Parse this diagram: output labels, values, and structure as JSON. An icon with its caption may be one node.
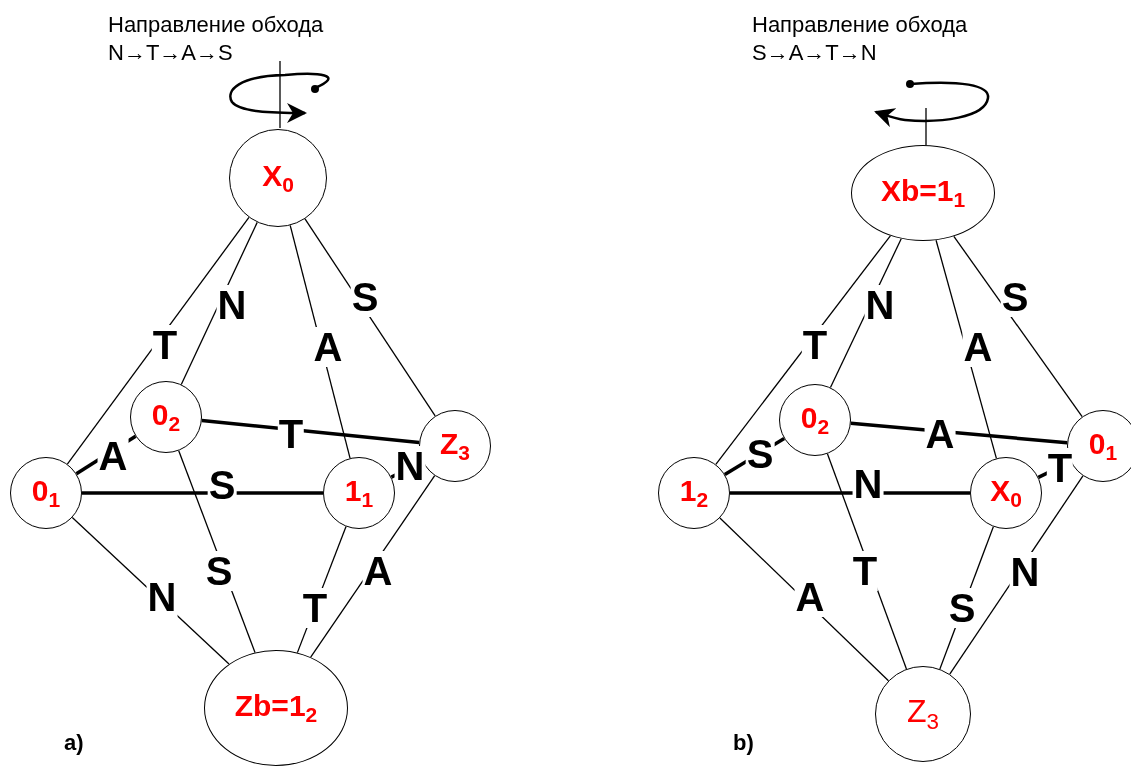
{
  "diagram": {
    "nodes": [
      {
        "text": [
          "X$_{0}$"
        ]
      },
      {
        "text": [
          "0$_{2}$"
        ]
      },
      {
        "text": [
          "Z$_{3}$"
        ]
      },
      {
        "text": [
          "0$_{1}$"
        ]
      },
      {
        "text": [
          "1$_{1}$"
        ]
      },
      {
        "text": [
          "Zb=1$_{2}$"
        ]
      },
      {
        "text": [
          "Xb=1$_{1}$"
        ]
      },
      {
        "text": [
          "0$_{2}$"
        ]
      },
      {
        "text": [
          "0$_{1}$"
        ]
      },
      {
        "text": [
          "1$_{2}$"
        ]
      },
      {
        "text": [
          "X$_{0}$"
        ]
      },
      {
        "text": [
          "Z$_{3}$"
        ]
      }
    ],
    "edges": [
      {
        "from": 0,
        "to": 3,
        "arrow": "none",
        "label": "T"
      },
      {
        "from": 0,
        "to": 1,
        "arrow": "none",
        "label": "N"
      },
      {
        "from": 0,
        "to": 4,
        "arrow": "none",
        "label": "A"
      },
      {
        "from": 0,
        "to": 2,
        "arrow": "none",
        "label": "S"
      },
      {
        "from": 3,
        "to": 1,
        "arrow": "none",
        "label": "A",
        "style": "thick"
      },
      {
        "from": 1,
        "to": 2,
        "arrow": "none",
        "label": "T",
        "style": "thick"
      },
      {
        "from": 4,
        "to": 2,
        "arrow": "none",
        "label": "N",
        "style": "thick"
      },
      {
        "from": 3,
        "to": 4,
        "arrow": "none",
        "label": "S",
        "style": "thick"
      },
      {
        "from": 3,
        "to": 5,
        "arrow": "none",
        "label": "N"
      },
      {
        "from": 1,
        "to": 5,
        "arrow": "none",
        "label": "S"
      },
      {
        "from": 4,
        "to": 5,
        "arrow": "none",
        "label": "T"
      },
      {
        "from": 2,
        "to": 5,
        "arrow": "none",
        "label": "A"
      },
      {
        "from": 6,
        "to": 9,
        "arrow": "none",
        "label": "T"
      },
      {
        "from": 6,
        "to": 7,
        "arrow": "none",
        "label": "N"
      },
      {
        "from": 6,
        "to": 10,
        "arrow": "none",
        "label": "A"
      },
      {
        "from": 6,
        "to": 8,
        "arrow": "none",
        "label": "S"
      },
      {
        "from": 9,
        "to": 7,
        "arrow": "none",
        "label": "S",
        "style": "thick"
      },
      {
        "from": 7,
        "to": 8,
        "arrow": "none",
        "label": "A",
        "style": "thick"
      },
      {
        "from": 10,
        "to": 8,
        "arrow": "none",
        "label": "T",
        "style": "thick"
      },
      {
        "from": 9,
        "to": 10,
        "arrow": "none",
        "label": "N",
        "style": "thick"
      },
      {
        "from": 9,
        "to": 11,
        "arrow": "none",
        "label": "A"
      },
      {
        "from": 7,
        "to": 11,
        "arrow": "none",
        "label": "T"
      },
      {
        "from": 10,
        "to": 11,
        "arrow": "none",
        "label": "S"
      },
      {
        "from": 8,
        "to": 11,
        "arrow": "none",
        "label": "N"
      }
    ],
    "labels": [
      "Направление обхода",
      "N→T→A→S",
      "Направление обхода",
      "S→A→T→N",
      "a)",
      "b)"
    ]
  }
}
